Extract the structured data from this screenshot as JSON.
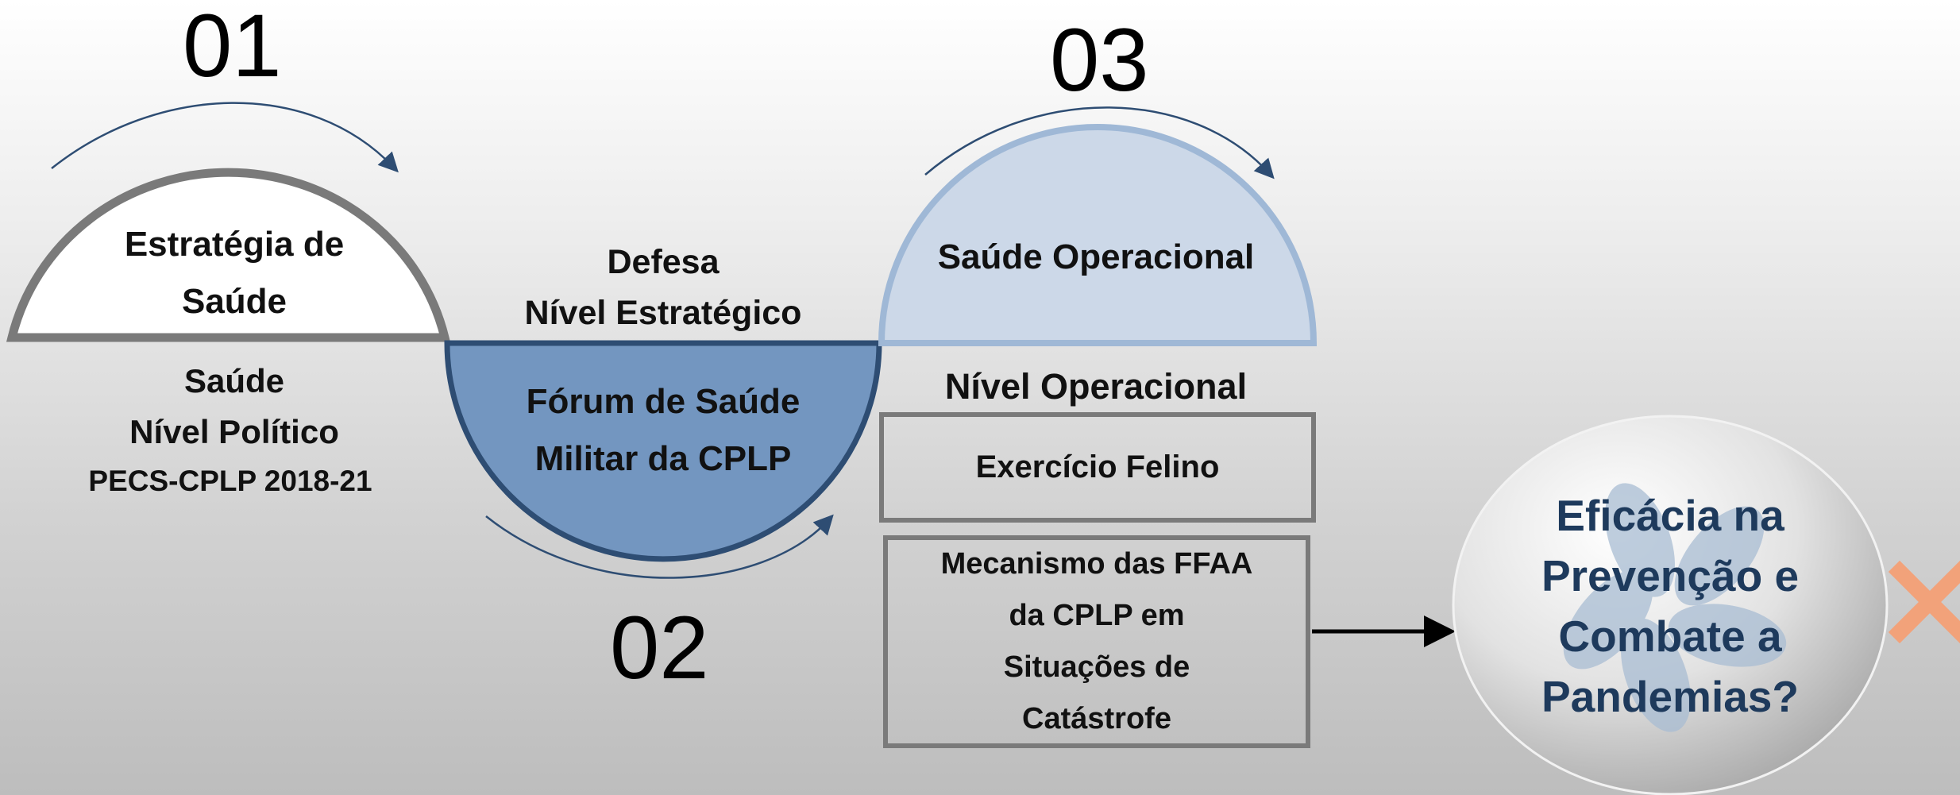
{
  "stages": {
    "s1": {
      "number": "01",
      "title_lines": [
        "Estratégia de",
        "Saúde"
      ],
      "caption_lines": [
        "Saúde",
        "Nível Político"
      ],
      "sub_caption": "PECS-CPLP 2018-21"
    },
    "s2": {
      "number": "02",
      "label_lines": [
        "Defesa",
        "Nível Estratégico"
      ],
      "title_lines": [
        "Fórum de Saúde",
        "Militar da CPLP"
      ]
    },
    "s3": {
      "number": "03",
      "title": "Saúde Operacional",
      "label": "Nível Operacional",
      "box1": "Exercício Felino",
      "box2_lines": [
        "Mecanismo das FFAA",
        "da CPLP em",
        "Situações de",
        "Catástrofe"
      ]
    }
  },
  "result": {
    "lines": [
      "Eficácia na",
      "Prevenção e",
      "Combate a",
      "Pandemias?"
    ]
  },
  "colors": {
    "outline_gray": "#7a7a7a",
    "dark_blue_fill": "#7396c0",
    "dark_blue_stroke": "#2e4d73",
    "light_blue_fill": "#ccd8e8",
    "light_blue_stroke": "#9fb8d6",
    "arrow_blue": "#2e4d73",
    "cross_orange": "#f2a27a"
  }
}
